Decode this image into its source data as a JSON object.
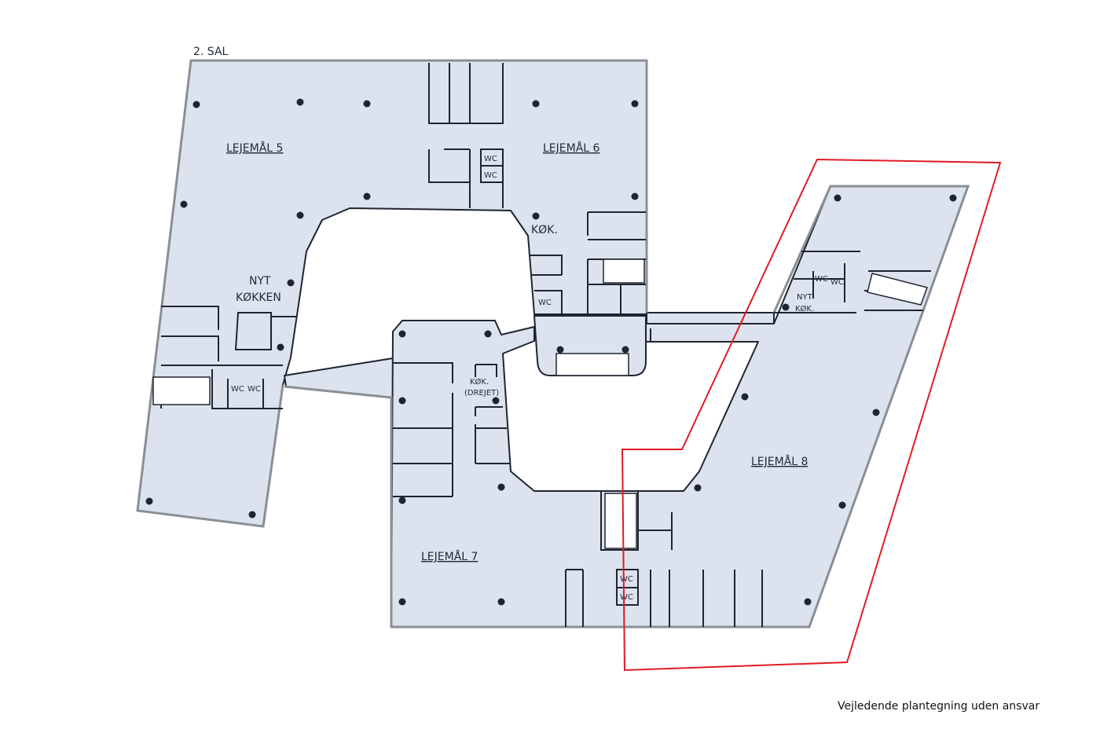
{
  "plan": {
    "floor_label": "2. SAL",
    "units": [
      "LEJEMÅL 5",
      "LEJEMÅL 6",
      "LEJEMÅL 7",
      "LEJEMÅL 8"
    ],
    "new_kitchen": [
      "NYT",
      "KØKKEN"
    ],
    "kitchen": "KØK.",
    "kitchen_turned": [
      "KØK.",
      "(DREJET)"
    ],
    "new_kitchen_short": [
      "NYT",
      "KØK."
    ],
    "wc": "WC"
  },
  "highlight_color": "#e01b24",
  "floor_color": "#dde3ee",
  "footer": "Vejledende plantegning uden ansvar"
}
